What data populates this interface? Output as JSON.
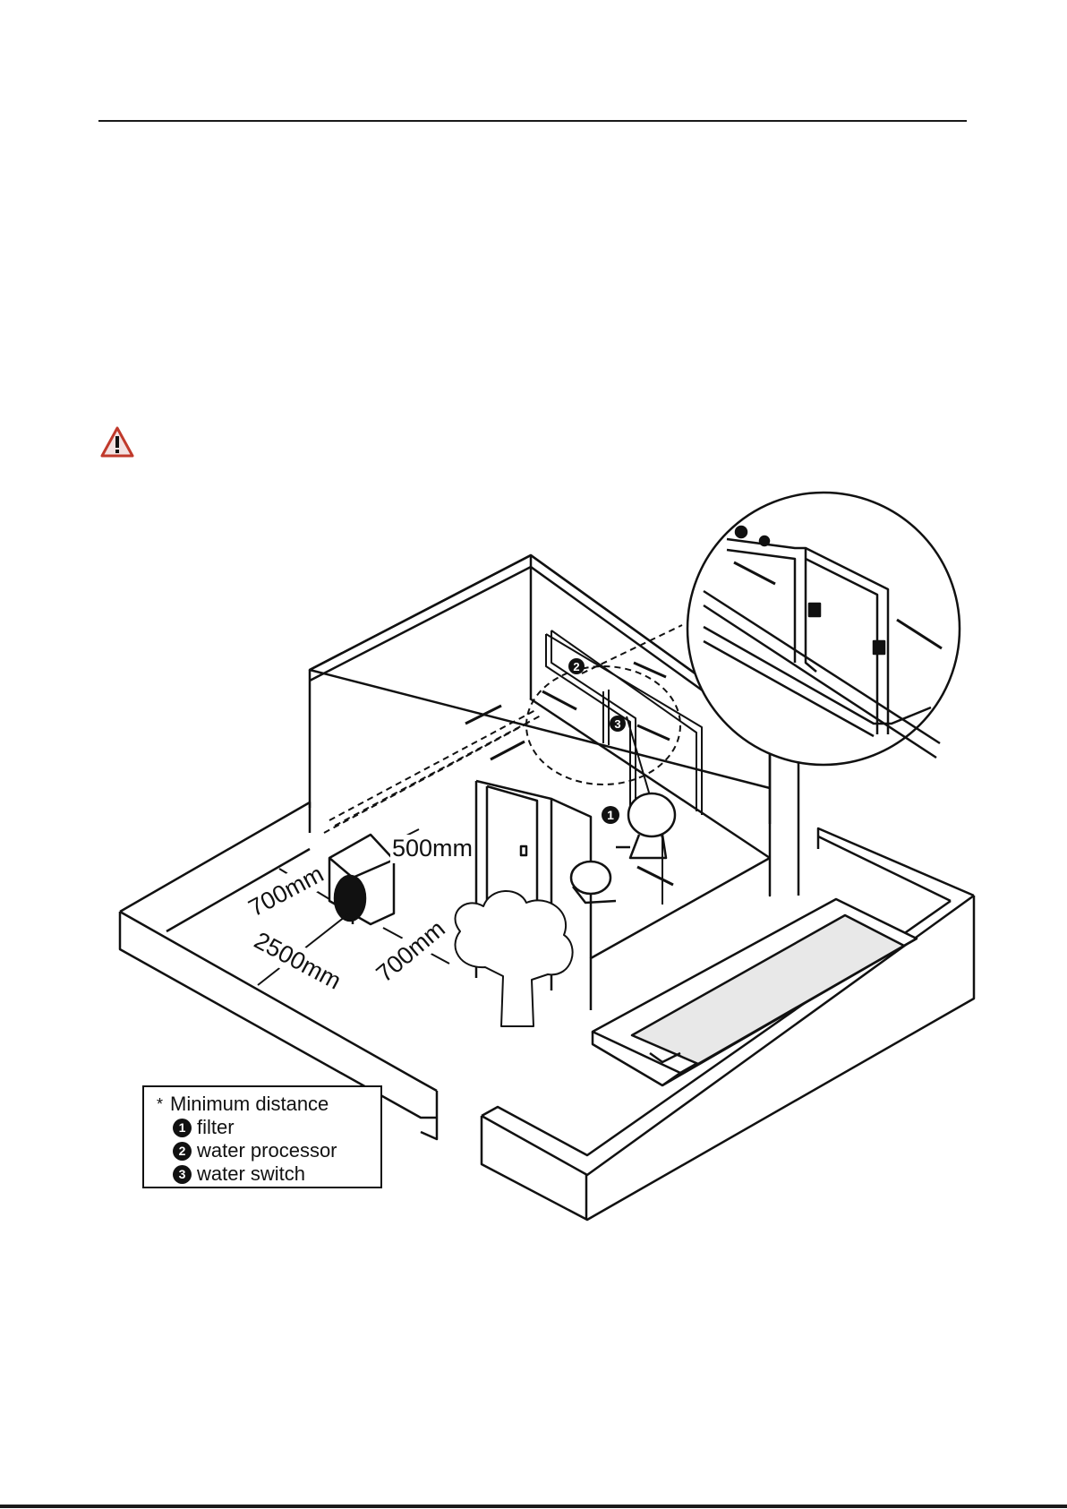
{
  "diagram": {
    "dimensions": {
      "d1": "500mm",
      "d2": "700mm",
      "d3": "2500mm",
      "d4": "700mm"
    },
    "callouts": [
      "1",
      "2",
      "3"
    ],
    "legend": {
      "marker": "*",
      "title": "Minimum distance",
      "items": [
        {
          "num": "1",
          "label": "filter"
        },
        {
          "num": "2",
          "label": "water processor"
        },
        {
          "num": "3",
          "label": "water switch"
        }
      ]
    },
    "warning_icon": "warning-triangle-icon",
    "colors": {
      "warning_red": "#c0392b",
      "pool_water": "#e8e8e8"
    }
  }
}
